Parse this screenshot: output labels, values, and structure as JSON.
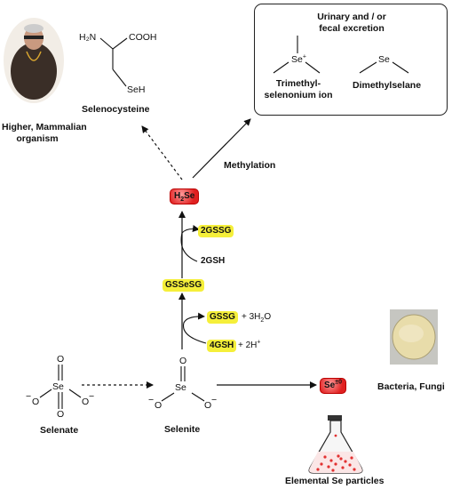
{
  "mammal_label": [
    "Higher, Mammalian",
    "organism"
  ],
  "selenocysteine": {
    "h2n": "H₂N",
    "cooh": "COOH",
    "seh": "SeH",
    "name": "Selenocysteine"
  },
  "excretion": {
    "title": [
      "Urinary and / or",
      "fecal excretion"
    ],
    "trimethyl_atom": "Se",
    "trimethyl_charge": "+",
    "trimethyl_name": [
      "Trimethyl-",
      "selenonium ion"
    ],
    "dimethyl_atom": "Se",
    "dimethyl_name": "Dimethylselane"
  },
  "methylation_label": "Methylation",
  "h2se": {
    "main": "H",
    "sub": "2",
    "rest": "Se"
  },
  "reduction_step1": {
    "product": "2GSSG",
    "reagent": "2GSH"
  },
  "gsseg": "GSSeSG",
  "reduction_step2": {
    "product": "GSSG",
    "product_extra": {
      "pre": "+ 3H",
      "sub": "2",
      "post": "O"
    },
    "reagent": "4GSH",
    "reagent_extra": {
      "pre": "+ 2H",
      "sup": "+"
    }
  },
  "selenate": {
    "o_top": "O",
    "se": "Se",
    "o_left": "O",
    "o_right": "O",
    "o_bottom": "O",
    "minus": "−",
    "name": "Selenate"
  },
  "selenite": {
    "o_top": "O",
    "se": "Se",
    "o_left": "O",
    "o_right": "O",
    "minus": "−",
    "name": "Selenite"
  },
  "se0": {
    "main": "Se",
    "sup": "±0"
  },
  "bacteria_label": "Bacteria, Fungi",
  "particles_label": "Elemental Se particles",
  "colors": {
    "highlight": "#f5ef3a",
    "h2se_red": "#e02020",
    "arrow": "#111111"
  }
}
